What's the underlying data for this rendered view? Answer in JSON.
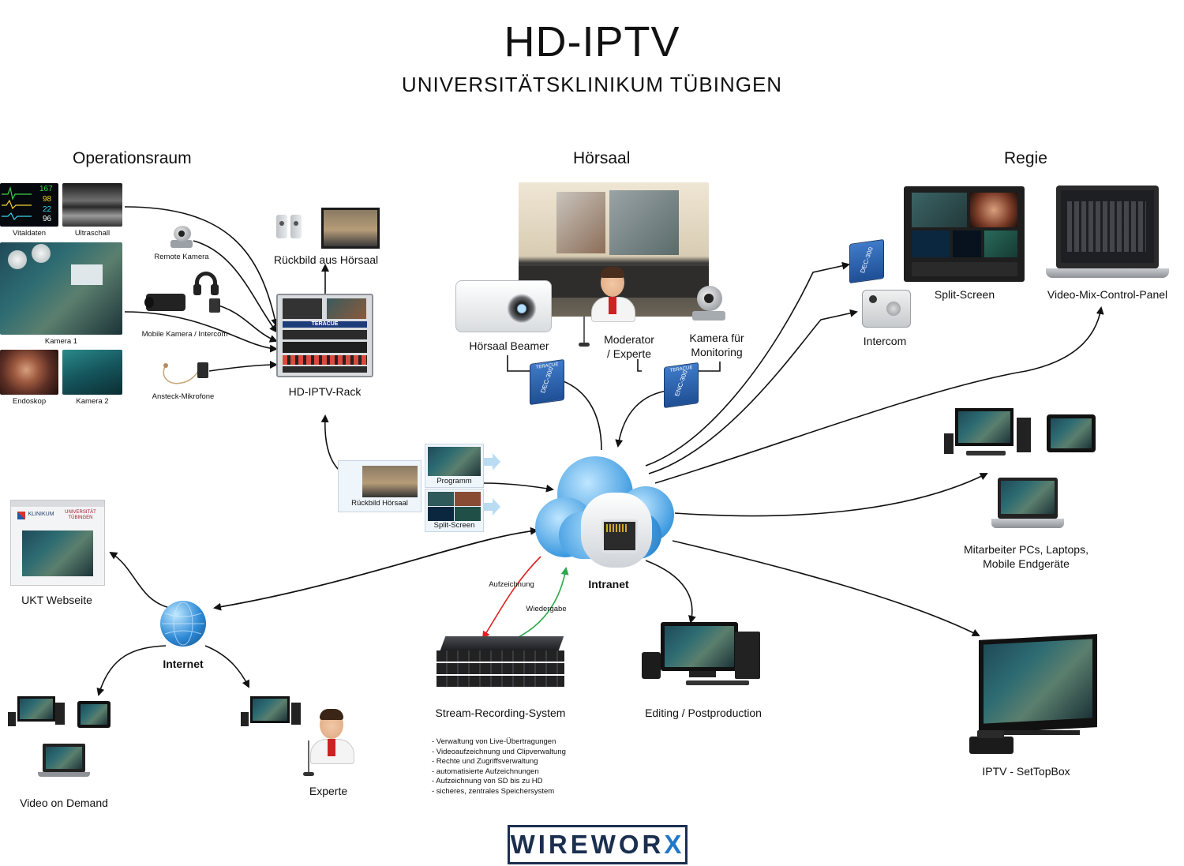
{
  "header": {
    "title": "HD-IPTV",
    "subtitle": "UNIVERSITÄTSKLINIKUM TÜBINGEN"
  },
  "sections": {
    "operationsraum": "Operationsraum",
    "hoersaal": "Hörsaal",
    "regie": "Regie"
  },
  "operationsraum": {
    "vitaldaten": "Vitaldaten",
    "ultraschall": "Ultraschall",
    "kamera1": "Kamera 1",
    "endoskop": "Endoskop",
    "kamera2": "Kamera 2",
    "remote_kamera": "Remote Kamera",
    "mobile_kamera": "Mobile Kamera / Intercom",
    "mikrofone": "Ansteck-Mikrofone",
    "rueckbild": "Rückbild aus Hörsaal",
    "rack": "HD-IPTV-Rack",
    "rack_brand": "TERACUE",
    "vital_values": [
      "167",
      "98",
      "22",
      "96"
    ]
  },
  "hoersaal": {
    "beamer": "Hörsaal Beamer",
    "moderator": "Moderator\n/ Experte",
    "kamera_monitoring": "Kamera für\nMonitoring",
    "dec_label": "DEC-300",
    "enc_label": "ENC-300",
    "brand": "TERACUE"
  },
  "regie": {
    "dec_label": "DEC-300",
    "split_screen": "Split-Screen",
    "video_mix": "Video-Mix-Control-Panel",
    "intercom": "Intercom"
  },
  "center": {
    "intranet": "Intranet",
    "programm": "Programm",
    "rueckbild_hoersaal": "Rückbild Hörsaal",
    "split_screen": "Split-Screen",
    "aufzeichnung": "Aufzeichnung",
    "wiedergabe": "Wiedergabe"
  },
  "left": {
    "ukt_webseite": "UKT Webseite",
    "internet": "Internet",
    "video_on_demand": "Video on Demand",
    "experte": "Experte",
    "web_logo_left": "KLINIKUM",
    "web_logo_right": "UNIVERSITÄT\nTÜBINGEN"
  },
  "bottom": {
    "recording": "Stream-Recording-System",
    "editing": "Editing / Postproduction",
    "features": [
      "- Verwaltung von Live-Übertragungen",
      "- Videoaufzeichnung und Clipverwaltung",
      "- Rechte und Zugriffsverwaltung",
      "- automatisierte Aufzeichnungen",
      "- Aufzeichnung von SD bis zu HD",
      "- sicheres, zentrales Speichersystem"
    ]
  },
  "right": {
    "mitarbeiter": "Mitarbeiter PCs, Laptops,\nMobile Endgeräte",
    "iptv": "IPTV - SetTopBox"
  },
  "logo": {
    "main": "WIREWOR",
    "accent": "X"
  }
}
